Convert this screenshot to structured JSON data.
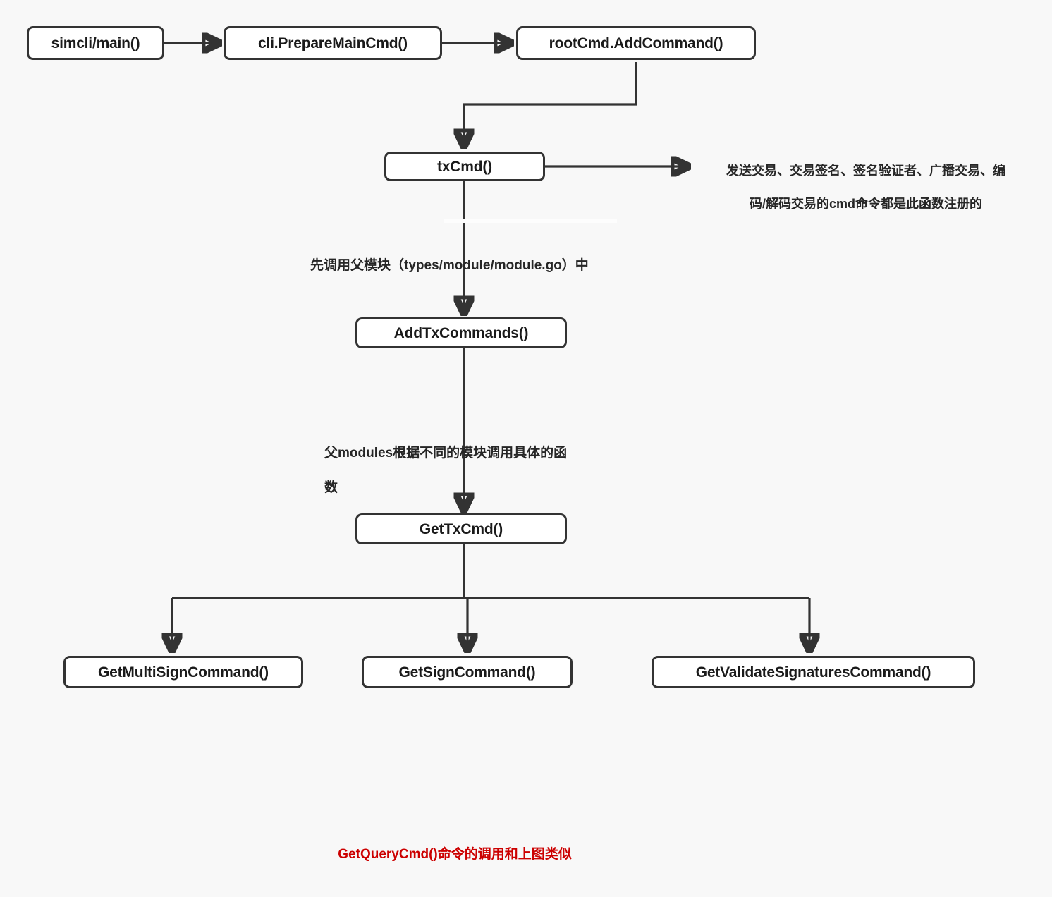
{
  "diagram": {
    "title": "simcli tx command registration flow",
    "background_color": "#f8f8f8",
    "node_fill": "#ffffff",
    "node_border_color": "#333333",
    "connector_color": "#333333",
    "footer_color": "#cc0000",
    "nodes": [
      {
        "id": "main",
        "label": "simcli/main()"
      },
      {
        "id": "prepare",
        "label": "cli.PrepareMainCmd()"
      },
      {
        "id": "addcommand",
        "label": "rootCmd.AddCommand()"
      },
      {
        "id": "txcmd",
        "label": "txCmd()"
      },
      {
        "id": "addtx",
        "label": "AddTxCommands()"
      },
      {
        "id": "gettx",
        "label": "GetTxCmd()"
      },
      {
        "id": "multisign",
        "label": "GetMultiSignCommand()"
      },
      {
        "id": "sign",
        "label": "GetSignCommand()"
      },
      {
        "id": "validate",
        "label": "GetValidateSignaturesCommand()"
      }
    ],
    "notes": [
      {
        "id": "txcmd-note",
        "line1": "发送交易、交易签名、签名验证者、广播交易、编",
        "line2": "码/解码交易的cmd命令都是此函数注册的"
      },
      {
        "id": "parent-module-note",
        "line1": "先调用父模块（types/module/module.go）中"
      },
      {
        "id": "parent-modules-note",
        "line1": "父modules根据不同的模块调用具体的函",
        "line2": "数"
      }
    ],
    "footer": {
      "text": "GetQueryCmd()命令的调用和上图类似",
      "color": "#cc0000"
    }
  }
}
